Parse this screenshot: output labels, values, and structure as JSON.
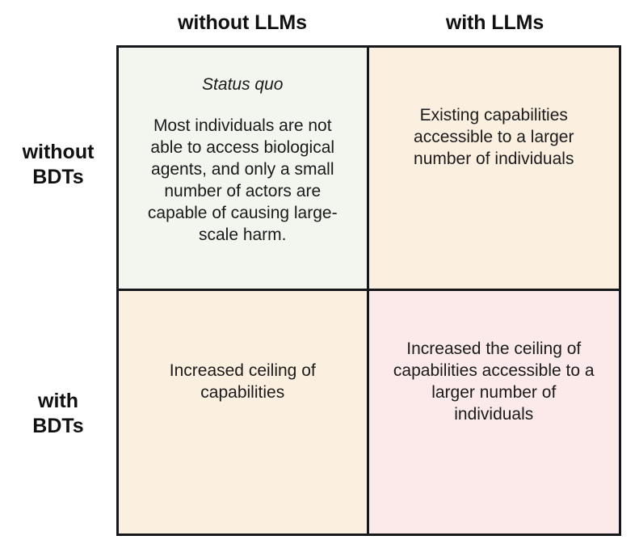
{
  "figure": {
    "type": "2x2-matrix",
    "column_headers": [
      {
        "id": "without-llms",
        "label": "without LLMs"
      },
      {
        "id": "with-llms",
        "label": "with LLMs"
      }
    ],
    "row_headers": [
      {
        "id": "without-bdts",
        "line1": "without",
        "line2": "BDTs"
      },
      {
        "id": "with-bdts",
        "line1": "with",
        "line2": "BDTs"
      }
    ],
    "cells": [
      {
        "id": "without-bdts-without-llms",
        "row": "without BDTs",
        "column": "without LLMs",
        "title": "Status quo",
        "body": "Most individuals are not able to access biological agents, and only a small number of actors are capable of causing large-scale harm.",
        "color": "#f2f6ef"
      },
      {
        "id": "without-bdts-with-llms",
        "row": "without BDTs",
        "column": "with LLMs",
        "title": "",
        "body": "Existing capabilities accessible to a larger number of individuals",
        "color": "#fbf0e0"
      },
      {
        "id": "with-bdts-without-llms",
        "row": "with BDTs",
        "column": "without LLMs",
        "title": "",
        "body": "Increased ceiling of capabilities",
        "color": "#fbf0e0"
      },
      {
        "id": "with-bdts-with-llms",
        "row": "with BDTs",
        "column": "with LLMs",
        "title": "",
        "body": "Increased the ceiling of capabilities accessible to a larger number of individuals",
        "color": "#fceaea"
      }
    ],
    "colors": {
      "border": "#16171a",
      "background": "#ffffff",
      "text": "#1a1a1a",
      "cell_quadrant_1": "#f2f6ef",
      "cell_quadrant_2": "#fbf0e0",
      "cell_quadrant_3": "#fbf0e0",
      "cell_quadrant_4": "#fceaea"
    }
  }
}
